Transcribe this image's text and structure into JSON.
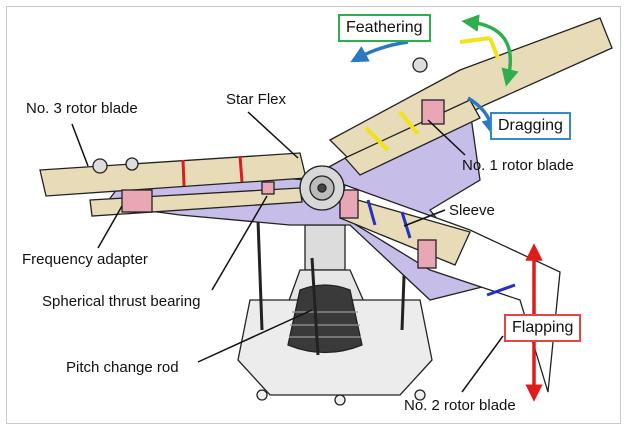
{
  "labels": {
    "feathering": "Feathering",
    "dragging": "Dragging",
    "flapping": "Flapping",
    "star_flex": "Star Flex",
    "no3_blade": "No. 3 rotor blade",
    "no1_blade": "No. 1 rotor blade",
    "no2_blade": "No. 2 rotor blade",
    "sleeve": "Sleeve",
    "frequency_adapter": "Frequency adapter",
    "spherical_thrust_bearing": "Spherical thrust bearing",
    "pitch_change_rod": "Pitch change rod"
  },
  "colors": {
    "blade_fill": "#e8dcb8",
    "star_flex_fill": "#c6bde8",
    "feathering_box": "#2fae4f",
    "dragging_box": "#3a87c8",
    "flapping_box": "#e04646",
    "feathering_arrow": "#2fae4f",
    "dragging_arrow": "#2a78c2",
    "flapping_arrow": "#e01b1b",
    "band_red": "#d62020",
    "band_yellow": "#f2e21a",
    "band_blue": "#2430c8",
    "pink_part": "#e9a6b5"
  }
}
